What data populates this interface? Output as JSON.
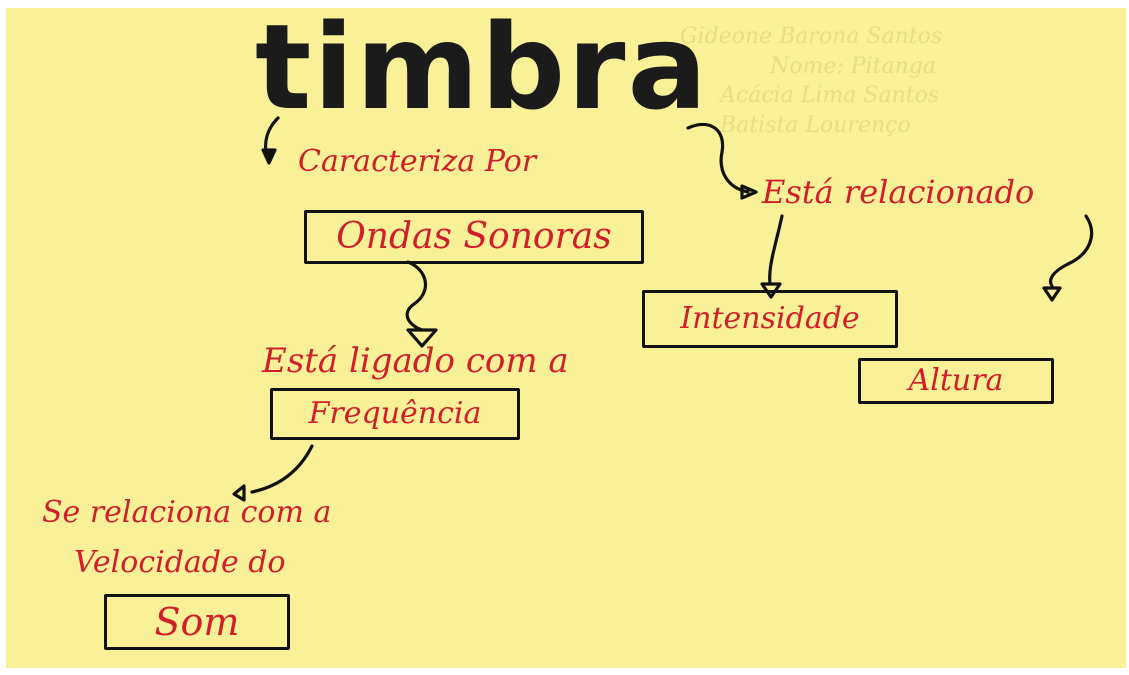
{
  "colors": {
    "paper": "#f8f198",
    "red_ink": "#d01e2a",
    "black_ink": "#121212"
  },
  "title": "timbra",
  "faint_header_lines": [
    "Gideone Barona Santos",
    "Nome: Pitanga",
    "Acácia Lima Santos",
    "Batista Lourenço"
  ],
  "nodes": {
    "caracteriza_label": "Caracteriza Por",
    "ondas_box": "Ondas Sonoras",
    "ligado_label": "Está ligado com a",
    "frequencia_box": "Frequência",
    "relaciona_label_line1": "Se relaciona com a",
    "relaciona_label_line2": "Velocidade do",
    "som_box": "Som",
    "relacionado_label": "Está relacionado",
    "intensidade_box": "Intensidade",
    "altura_box": "Altura"
  }
}
